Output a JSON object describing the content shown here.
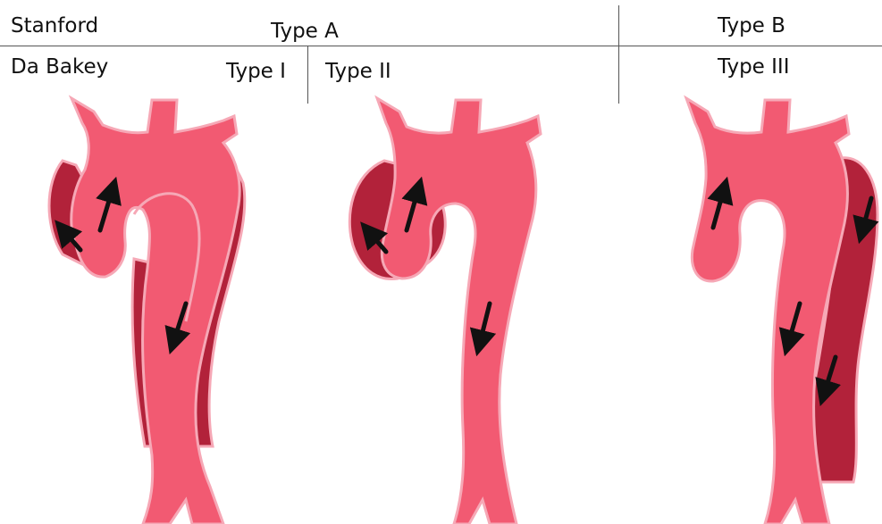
{
  "header": {
    "stanford_label": "Stanford",
    "debakey_label": "Da Bakey",
    "type_a": "Type A",
    "type_b": "Type B",
    "type_1": "Type I",
    "type_2": "Type II",
    "type_3": "Type III"
  },
  "colors": {
    "lumen": "#f25a72",
    "false_lumen": "#b2223a",
    "outline": "#f6a8b6",
    "arrow": "#111111"
  },
  "panels": [
    {
      "name": "type-i-aorta",
      "false_lumen": "ascending-arch-descending",
      "arrows": 3
    },
    {
      "name": "type-ii-aorta",
      "false_lumen": "ascending-only",
      "arrows": 3
    },
    {
      "name": "type-iii-aorta",
      "false_lumen": "descending-only",
      "arrows": 4
    }
  ]
}
